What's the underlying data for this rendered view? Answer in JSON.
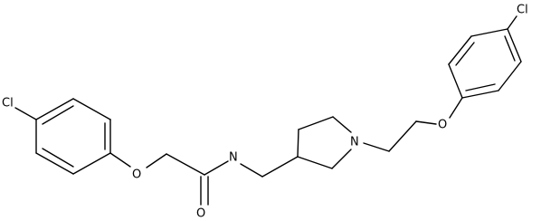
{
  "molecule": {
    "atoms": {
      "cl_left": "Cl",
      "o_ether_left": "O",
      "o_carbonyl": "O",
      "n_amide": "N",
      "n_ring": "N",
      "o_ether_right": "O",
      "cl_right": "Cl"
    },
    "colors": {
      "bond": "#000000",
      "label": "#000000",
      "background": "#ffffff"
    }
  }
}
